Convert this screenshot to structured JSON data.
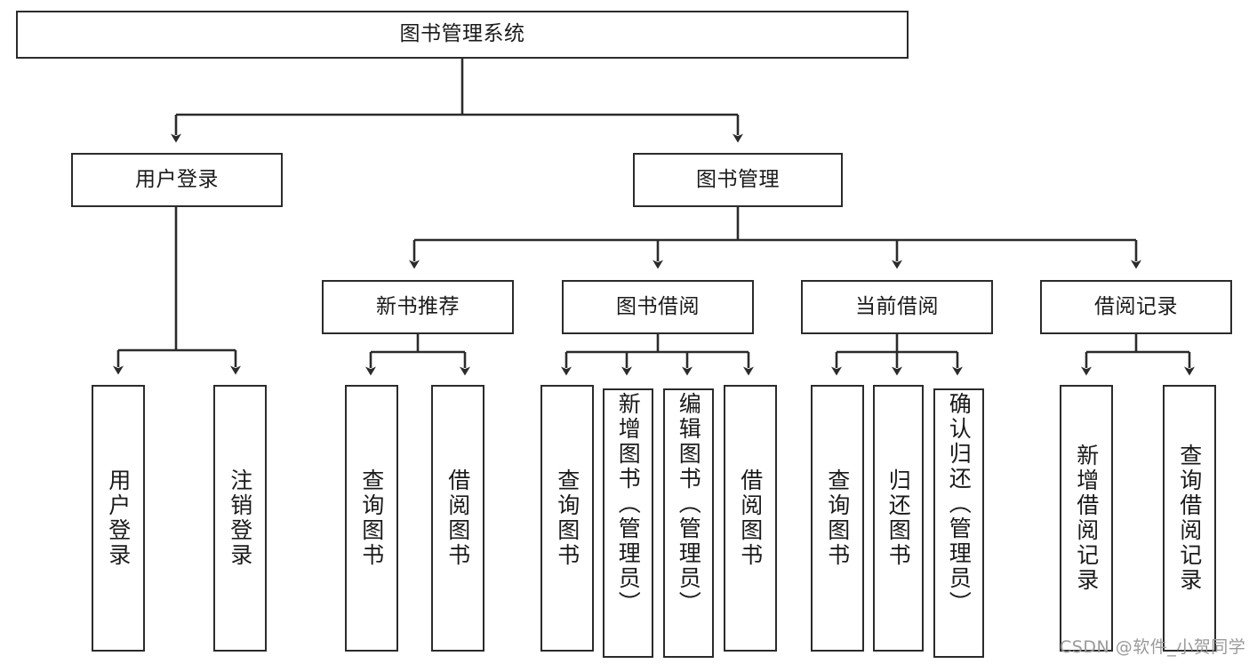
{
  "diagram": {
    "type": "tree",
    "title": "图书管理系统",
    "root": {
      "id": "root",
      "label": "图书管理系统"
    },
    "level2": [
      {
        "id": "user-login",
        "label": "用户登录"
      },
      {
        "id": "book-manage",
        "label": "图书管理"
      }
    ],
    "level3": [
      {
        "id": "new-book-recommend",
        "label": "新书推荐",
        "parent": "book-manage"
      },
      {
        "id": "book-borrow",
        "label": "图书借阅",
        "parent": "book-manage"
      },
      {
        "id": "current-borrow",
        "label": "当前借阅",
        "parent": "book-manage"
      },
      {
        "id": "borrow-record",
        "label": "借阅记录",
        "parent": "book-manage"
      }
    ],
    "leaves": [
      {
        "id": "leaf-user-login",
        "label": "用户登录",
        "parent": "user-login"
      },
      {
        "id": "leaf-logout",
        "label": "注销登录",
        "parent": "user-login"
      },
      {
        "id": "leaf-query-book-1",
        "label": "查询图书",
        "parent": "new-book-recommend"
      },
      {
        "id": "leaf-borrow-book-1",
        "label": "借阅图书",
        "parent": "new-book-recommend"
      },
      {
        "id": "leaf-query-book-2",
        "label": "查询图书",
        "parent": "book-borrow"
      },
      {
        "id": "leaf-add-book",
        "label": "新增图书（管理员）",
        "parent": "book-borrow"
      },
      {
        "id": "leaf-edit-book",
        "label": "编辑图书（管理员）",
        "parent": "book-borrow"
      },
      {
        "id": "leaf-borrow-book-2",
        "label": "借阅图书",
        "parent": "book-borrow"
      },
      {
        "id": "leaf-query-book-3",
        "label": "查询图书",
        "parent": "current-borrow"
      },
      {
        "id": "leaf-return-book",
        "label": "归还图书",
        "parent": "current-borrow"
      },
      {
        "id": "leaf-confirm-return",
        "label": "确认归还（管理员）",
        "parent": "current-borrow"
      },
      {
        "id": "leaf-add-record",
        "label": "新增借阅记录",
        "parent": "borrow-record"
      },
      {
        "id": "leaf-query-record",
        "label": "查询借阅记录",
        "parent": "borrow-record"
      }
    ],
    "colors": {
      "stroke": "#2b2b2b",
      "fill": "#ffffff",
      "text": "#1a1a1a",
      "watermark": "#9a9a9a"
    }
  },
  "watermark": {
    "text": "CSDN @软件_小贺同学"
  }
}
